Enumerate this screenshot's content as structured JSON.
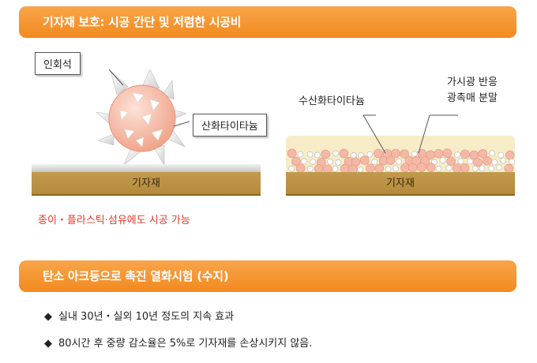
{
  "section1": {
    "title": "기자재 보호: 시공 간단 및 저렴한 시공비"
  },
  "left_diagram": {
    "callout_top": "인회석",
    "callout_right": "산화타이타늄",
    "substrate": "기자재"
  },
  "right_diagram": {
    "label_left": "수산화타이타늄",
    "label_right_line1": "가시광 반응",
    "label_right_line2": "광촉매 분말",
    "substrate": "기자재"
  },
  "note": "종이・플라스틱·섬유에도 시공 가능",
  "section2": {
    "title": "탄소 아크등으로 촉진  열화시험 (수지)"
  },
  "bullets": [
    {
      "icon": "diamond-bullet-icon",
      "symbol": "◆",
      "text": "실내 30년・실외 10년 정도의 지속 효과"
    },
    {
      "icon": "diamond-bullet-icon",
      "symbol": "◆",
      "text": "80시간 후 중량 감소율은 5%로 기자재를 손상시키지 않음."
    }
  ],
  "colors": {
    "banner": "#f28a1f",
    "note": "#e03a2a",
    "substrate": "#b58a3c",
    "particle_pink": "#f4b8a6",
    "particle_cream": "#f6edc8"
  }
}
